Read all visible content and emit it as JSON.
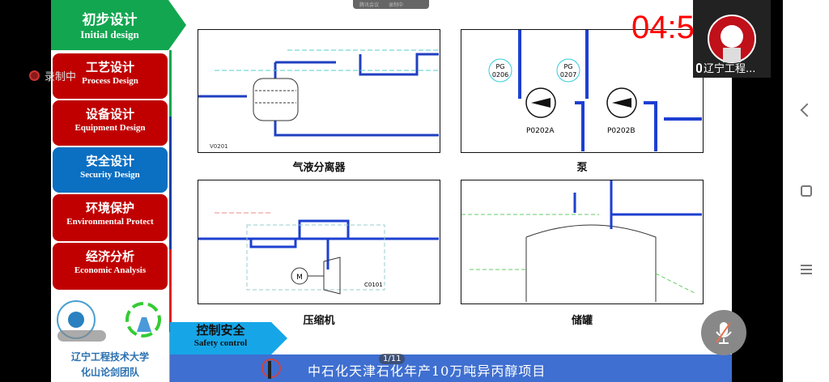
{
  "menu": {
    "initial": {
      "cn": "初步设计",
      "en": "Initial design"
    },
    "items": [
      {
        "cn": "工艺设计",
        "en": "Process Design"
      },
      {
        "cn": "设备设计",
        "en": "Equipment Design"
      },
      {
        "cn": "安全设计",
        "en": "Security Design"
      },
      {
        "cn": "环境保护",
        "en": "Environmental Protect"
      },
      {
        "cn": "经济分析",
        "en": "Economic Analysis"
      }
    ]
  },
  "school": {
    "line1": "辽宁工程技术大学",
    "line2": "化山论剑团队"
  },
  "recording": {
    "label": "录制中",
    "pill_app": "腾讯会议",
    "pill_rec": "录制中"
  },
  "panels": [
    {
      "caption": "气液分离器",
      "tag": "V0201"
    },
    {
      "caption": "泵",
      "pg1": "PG",
      "pg1n": "0206",
      "pg2": "PG",
      "pg2n": "0207",
      "p1": "P0202A",
      "p2": "P0202B"
    },
    {
      "caption": "压缩机",
      "motor": "M",
      "tag": "C0101"
    },
    {
      "caption": "储罐"
    }
  ],
  "section": {
    "cn": "控制安全",
    "en": "Safety control"
  },
  "footer": {
    "title": "中石化天津石化年产10万吨异丙醇项目",
    "page": "1/11"
  },
  "timer": "04:5",
  "participant": {
    "name": "辽宁工程..."
  },
  "colors": {
    "green": "#10b050",
    "red": "#c00000",
    "blue": "#0b6fc2",
    "footer": "#3f6fd0"
  }
}
